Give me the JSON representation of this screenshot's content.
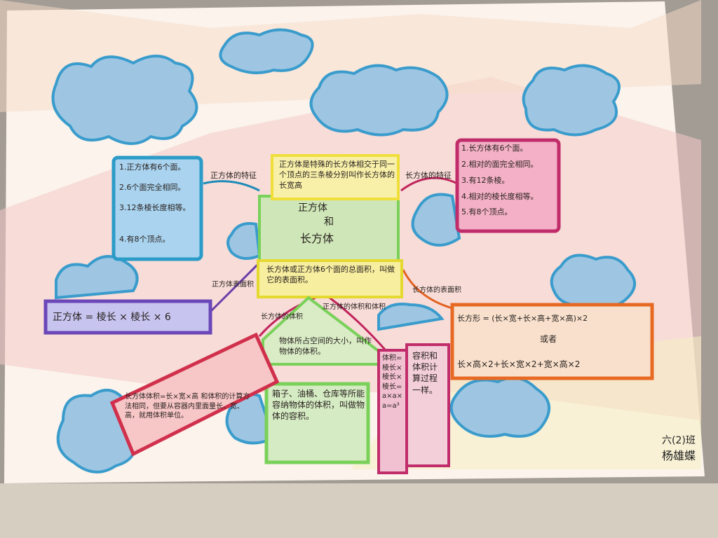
{
  "center": {
    "title_1": "正方体",
    "title_2": "和",
    "title_3": "长方体"
  },
  "top_definition": "正方体是特殊的长方体相交于同一个顶点的三条棱分别叫作长方体的长宽高",
  "left_branch": {
    "label": "正方体的特征",
    "items": [
      "1.正方体有6个面。",
      "2.6个面完全相同。",
      "3.12条棱长度相等。",
      "4.有8个顶点。"
    ]
  },
  "right_branch": {
    "label": "长方体的特征",
    "items": [
      "1.长方体有6个面。",
      "2.相对的面完全相同。",
      "3.有12条棱。",
      "4.相对的棱长度相等。",
      "5.有8个顶点。"
    ]
  },
  "surface_definition": "长方体或正方体6个面的总面积，叫做它的表面积。",
  "cube_surface": {
    "label": "正方体表面积",
    "formula": "正方体 = 棱长 × 棱长 × 6"
  },
  "cuboid_surface": {
    "label": "长方体的表面积",
    "formula_1": "长方形 = (长×宽+长×高+宽×高)×2",
    "or": "或者",
    "formula_2": "长×高×2+长×宽×2+宽×高×2"
  },
  "volume_definition": "物体所占空间的大小，叫作物体的体积。",
  "cuboid_volume": {
    "label": "长方体的体积",
    "text": "长方体体积=长×宽×高 和体积的计算方法相同，但要从容器内里面量长、宽、高，就用体积单位。"
  },
  "cube_volume": {
    "label": "正方体的体积和体积",
    "text": "体积=棱长×棱长×棱长=a×a×a=a³"
  },
  "capacity_definition": "箱子、油桶、仓库等所能容纳物体的体积，叫做物体的容积。",
  "capacity_note": "容积和体积计算过程一样。",
  "signature": {
    "class": "六(2)班",
    "name": "杨雄蝶"
  }
}
